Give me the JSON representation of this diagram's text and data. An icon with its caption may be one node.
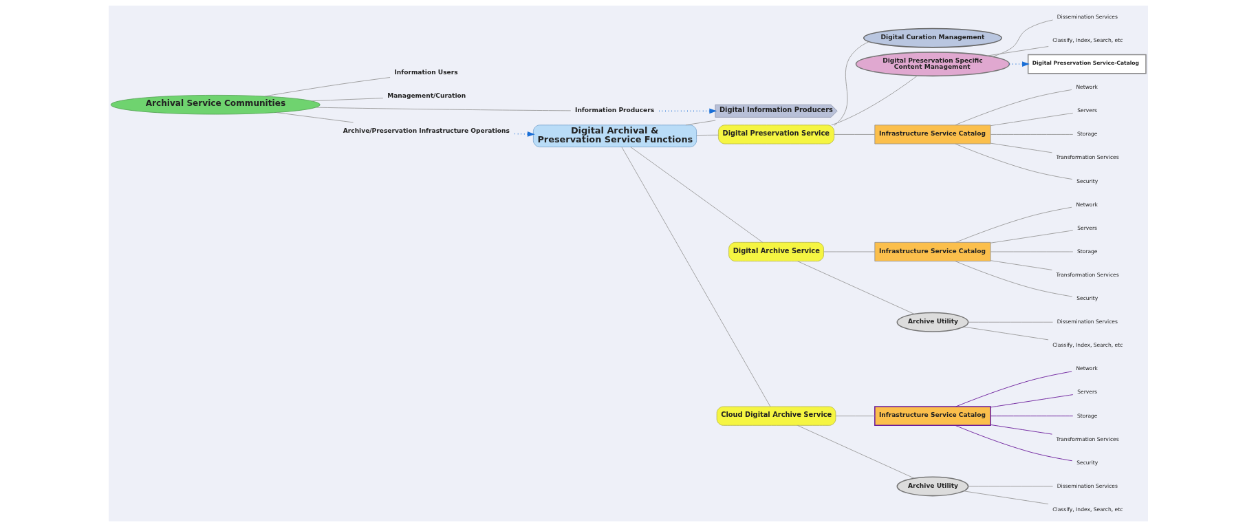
{
  "diagram": {
    "nodes": [
      {
        "text": [
          "Archival Service Communities"
        ]
      },
      {
        "text": [
          "Information Users"
        ]
      },
      {
        "text": [
          "Management/Curation"
        ]
      },
      {
        "text": [
          "Information Producers"
        ]
      },
      {
        "text": [
          "Archive/Preservation Infrastructure Operations"
        ]
      },
      {
        "text": [
          "Digital Information Producers"
        ]
      },
      {
        "text": [
          "Digital Archival & Preservation Service Functions"
        ]
      },
      {
        "text": [
          "Digital Preservation Service"
        ]
      },
      {
        "text": [
          "Digital Curation Management"
        ]
      },
      {
        "text": [
          "Digital Preservation Specific Content Management"
        ]
      },
      {
        "text": [
          "Dissemination Services"
        ]
      },
      {
        "text": [
          "Classify, Index, Search, etc"
        ]
      },
      {
        "text": [
          "Digital Preservation Service-Catalog"
        ]
      },
      {
        "text": [
          "Infrastructure Service Catalog"
        ]
      },
      {
        "text": [
          "Network"
        ]
      },
      {
        "text": [
          "Servers"
        ]
      },
      {
        "text": [
          "Storage"
        ]
      },
      {
        "text": [
          "Transformation Services"
        ]
      },
      {
        "text": [
          "Security"
        ]
      },
      {
        "text": [
          "Digital Archive Service"
        ]
      },
      {
        "text": [
          "Infrastructure Service Catalog"
        ]
      },
      {
        "text": [
          "Network"
        ]
      },
      {
        "text": [
          "Servers"
        ]
      },
      {
        "text": [
          "Storage"
        ]
      },
      {
        "text": [
          "Transformation Services"
        ]
      },
      {
        "text": [
          "Security"
        ]
      },
      {
        "text": [
          "Archive Utility"
        ]
      },
      {
        "text": [
          "Dissemination Services"
        ]
      },
      {
        "text": [
          "Classify, Index, Search, etc"
        ]
      },
      {
        "text": [
          "Cloud Digital Archive Service"
        ]
      },
      {
        "text": [
          "Infrastructure Service Catalog"
        ]
      },
      {
        "text": [
          "Network"
        ]
      },
      {
        "text": [
          "Servers"
        ]
      },
      {
        "text": [
          "Storage"
        ]
      },
      {
        "text": [
          "Transformation Services"
        ]
      },
      {
        "text": [
          "Security"
        ]
      },
      {
        "text": [
          "Archive Utility"
        ]
      },
      {
        "text": [
          "Dissemination Services"
        ]
      },
      {
        "text": [
          "Classify, Index, Search, etc"
        ]
      }
    ],
    "edges": [
      {
        "from": 0,
        "to": 1,
        "arrow": "none"
      },
      {
        "from": 0,
        "to": 2,
        "arrow": "none"
      },
      {
        "from": 0,
        "to": 3,
        "arrow": "none"
      },
      {
        "from": 0,
        "to": 4,
        "arrow": "none"
      },
      {
        "from": 3,
        "to": 5,
        "arrow": "to",
        "style": "dashed",
        "color": "#1a6fd6"
      },
      {
        "from": 4,
        "to": 6,
        "arrow": "to",
        "style": "dashed",
        "color": "#1a6fd6"
      },
      {
        "from": 6,
        "to": 5,
        "arrow": "none"
      },
      {
        "from": 6,
        "to": 7,
        "arrow": "none"
      },
      {
        "from": 6,
        "to": 19,
        "arrow": "none"
      },
      {
        "from": 6,
        "to": 29,
        "arrow": "none"
      },
      {
        "from": 7,
        "to": 8,
        "arrow": "none"
      },
      {
        "from": 7,
        "to": 9,
        "arrow": "none"
      },
      {
        "from": 7,
        "to": 13,
        "arrow": "none"
      },
      {
        "from": 9,
        "to": 10,
        "arrow": "none"
      },
      {
        "from": 9,
        "to": 11,
        "arrow": "none"
      },
      {
        "from": 9,
        "to": 12,
        "arrow": "to",
        "style": "dashed",
        "color": "#1a6fd6"
      },
      {
        "from": 13,
        "to": 14,
        "arrow": "none"
      },
      {
        "from": 13,
        "to": 15,
        "arrow": "none"
      },
      {
        "from": 13,
        "to": 16,
        "arrow": "none"
      },
      {
        "from": 13,
        "to": 17,
        "arrow": "none"
      },
      {
        "from": 13,
        "to": 18,
        "arrow": "none"
      },
      {
        "from": 19,
        "to": 20,
        "arrow": "none"
      },
      {
        "from": 19,
        "to": 26,
        "arrow": "none"
      },
      {
        "from": 20,
        "to": 21,
        "arrow": "none"
      },
      {
        "from": 20,
        "to": 22,
        "arrow": "none"
      },
      {
        "from": 20,
        "to": 23,
        "arrow": "none"
      },
      {
        "from": 20,
        "to": 24,
        "arrow": "none"
      },
      {
        "from": 20,
        "to": 25,
        "arrow": "none"
      },
      {
        "from": 26,
        "to": 27,
        "arrow": "none"
      },
      {
        "from": 26,
        "to": 28,
        "arrow": "none"
      },
      {
        "from": 29,
        "to": 30,
        "arrow": "none"
      },
      {
        "from": 29,
        "to": 36,
        "arrow": "none"
      },
      {
        "from": 30,
        "to": 31,
        "arrow": "none",
        "color": "#6a1b9a"
      },
      {
        "from": 30,
        "to": 32,
        "arrow": "none",
        "color": "#6a1b9a"
      },
      {
        "from": 30,
        "to": 33,
        "arrow": "none",
        "color": "#6a1b9a"
      },
      {
        "from": 30,
        "to": 34,
        "arrow": "none",
        "color": "#6a1b9a"
      },
      {
        "from": 30,
        "to": 35,
        "arrow": "none",
        "color": "#6a1b9a"
      },
      {
        "from": 36,
        "to": 37,
        "arrow": "none"
      },
      {
        "from": 36,
        "to": 38,
        "arrow": "none"
      }
    ]
  }
}
